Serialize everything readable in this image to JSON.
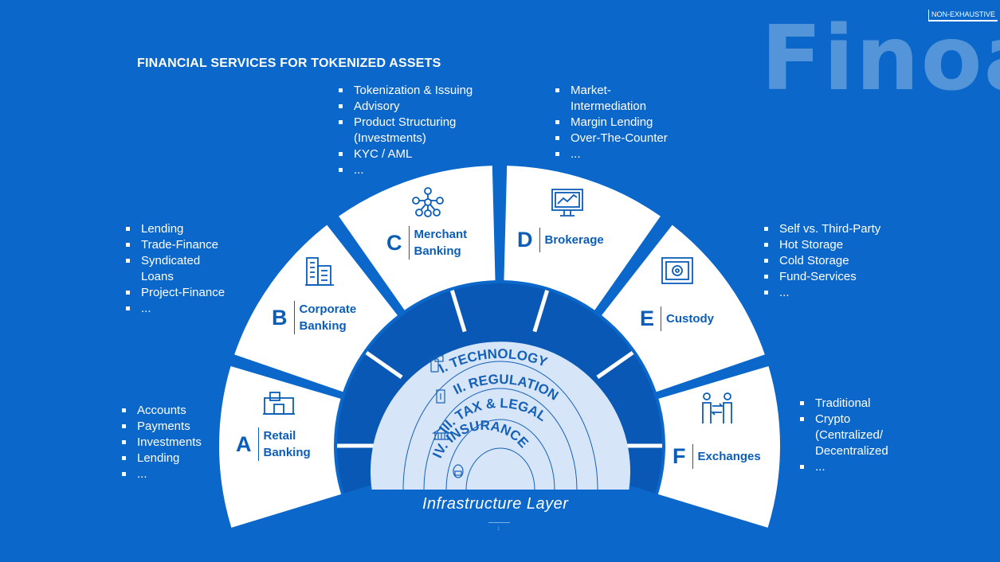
{
  "title": "FINANCIAL SERVICES FOR TOKENIZED  ASSETS",
  "logo": "Finoa",
  "tag": "NON-EXHAUSTIVE",
  "segments": {
    "A": {
      "letter": "A",
      "name1": "Retail",
      "name2": "Banking",
      "icon": "bank-building-icon",
      "items": [
        "Accounts",
        "Payments",
        "Investments",
        "Lending",
        "..."
      ]
    },
    "B": {
      "letter": "B",
      "name1": "Corporate",
      "name2": "Banking",
      "icon": "office-buildings-icon",
      "items": [
        "Lending",
        "Trade-Finance",
        "Syndicated",
        "Loans",
        "Project-Finance",
        "..."
      ]
    },
    "C": {
      "letter": "C",
      "name1": "Merchant",
      "name2": "Banking",
      "icon": "network-nodes-icon",
      "items": [
        "Tokenization & Issuing",
        "Advisory",
        "Product Structuring",
        "(Investments)",
        "KYC / AML",
        "..."
      ]
    },
    "D": {
      "letter": "D",
      "name1": "Brokerage",
      "icon": "chart-monitor-icon",
      "items": [
        "Market-",
        "Intermediation",
        "Margin Lending",
        "Over-The-Counter",
        "..."
      ]
    },
    "E": {
      "letter": "E",
      "name1": "Custody",
      "icon": "safe-icon",
      "items": [
        "Self vs. Third-Party",
        "Hot Storage",
        "Cold Storage",
        "Fund-Services",
        "..."
      ]
    },
    "F": {
      "letter": "F",
      "name1": "Exchanges",
      "icon": "exchange-people-icon",
      "items": [
        "Traditional",
        "Crypto",
        "(Centralized/",
        "Decentralized",
        "..."
      ]
    }
  },
  "layers": [
    "I. TECHNOLOGY",
    "II. REGULATION",
    "III. TAX & LEGAL",
    "IV. INSURANCE"
  ],
  "infrastructure": "Infrastructure Layer",
  "page_number": "1",
  "colors": {
    "background": "#0b67c9",
    "ring": "#0a58b5",
    "core": "#d6e6f8",
    "segment": "#ffffff",
    "text": "#0b5db8"
  }
}
